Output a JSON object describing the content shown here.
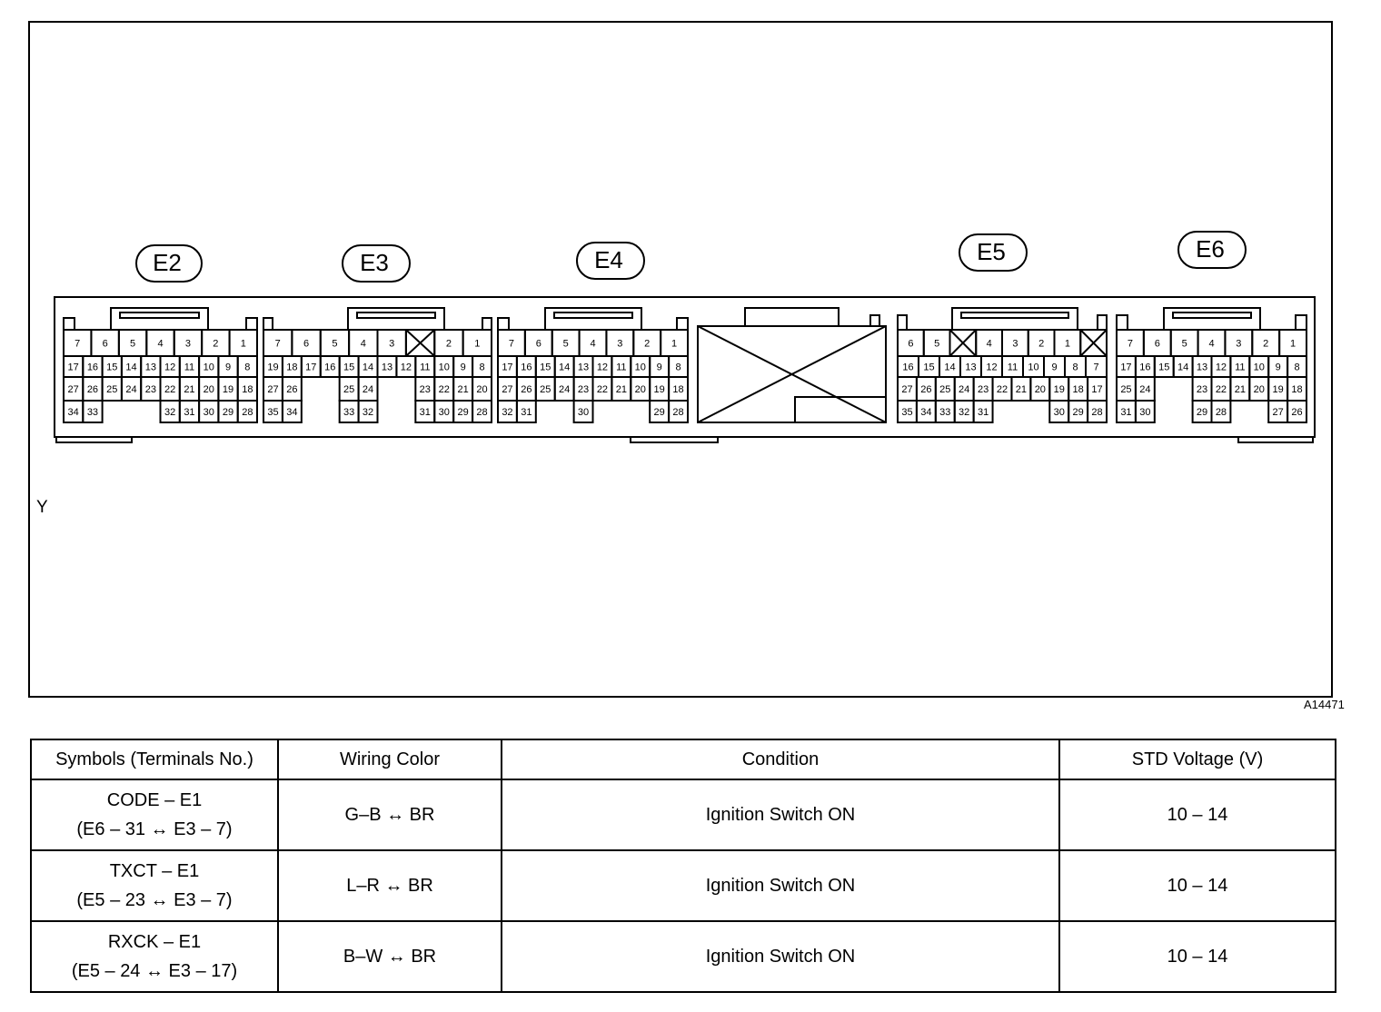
{
  "connectors": [
    {
      "label": "E2",
      "rows": [
        [
          "7",
          "6",
          "5",
          "4",
          "3",
          "2",
          "1"
        ],
        [
          "17",
          "16",
          "15",
          "14",
          "13",
          "12",
          "11",
          "10",
          "9",
          "8"
        ],
        [
          "27",
          "26",
          "25",
          "24",
          "23",
          "22",
          "21",
          "20",
          "19",
          "18"
        ],
        [
          "34",
          "33",
          "",
          "",
          "",
          "32",
          "31",
          "30",
          "29",
          "28"
        ]
      ]
    },
    {
      "label": "E3",
      "rows": [
        [
          "7",
          "6",
          "5",
          "4",
          "3",
          "X",
          "2",
          "1"
        ],
        [
          "19",
          "18",
          "17",
          "16",
          "15",
          "14",
          "13",
          "12",
          "11",
          "10",
          "9",
          "8"
        ],
        [
          "27",
          "26",
          "",
          "",
          "25",
          "24",
          "",
          "",
          "23",
          "22",
          "21",
          "20"
        ],
        [
          "35",
          "34",
          "",
          "",
          "33",
          "32",
          "",
          "",
          "31",
          "30",
          "29",
          "28"
        ]
      ]
    },
    {
      "label": "E4",
      "rows": [
        [
          "7",
          "6",
          "5",
          "4",
          "3",
          "2",
          "1"
        ],
        [
          "17",
          "16",
          "15",
          "14",
          "13",
          "12",
          "11",
          "10",
          "9",
          "8"
        ],
        [
          "27",
          "26",
          "25",
          "24",
          "23",
          "22",
          "21",
          "20",
          "19",
          "18"
        ],
        [
          "32",
          "31",
          "",
          "",
          "30",
          "",
          "",
          "",
          "29",
          "28"
        ]
      ]
    },
    {
      "label": "E5",
      "rows": [
        [
          "6",
          "5",
          "X",
          "4",
          "3",
          "2",
          "1",
          "X"
        ],
        [
          "16",
          "15",
          "14",
          "13",
          "12",
          "11",
          "10",
          "9",
          "8",
          "7"
        ],
        [
          "27",
          "26",
          "25",
          "24",
          "23",
          "22",
          "21",
          "20",
          "19",
          "18",
          "17"
        ],
        [
          "35",
          "34",
          "33",
          "32",
          "31",
          "",
          "",
          "",
          "30",
          "29",
          "28"
        ]
      ]
    },
    {
      "label": "E6",
      "rows": [
        [
          "7",
          "6",
          "5",
          "4",
          "3",
          "2",
          "1"
        ],
        [
          "17",
          "16",
          "15",
          "14",
          "13",
          "12",
          "11",
          "10",
          "9",
          "8"
        ],
        [
          "25",
          "24",
          "",
          "",
          "23",
          "22",
          "21",
          "20",
          "19",
          "18"
        ],
        [
          "31",
          "30",
          "",
          "",
          "29",
          "28",
          "",
          "",
          "27",
          "26"
        ]
      ]
    }
  ],
  "axis_letter": "Y",
  "figure_id": "A14471",
  "table": {
    "headers": [
      "Symbols (Terminals No.)",
      "Wiring Color",
      "Condition",
      "STD Voltage (V)"
    ],
    "rows": [
      {
        "symbol": "CODE – E1",
        "terminals": "(E6 – 31 ↔ E3 – 7)",
        "wiring": "G–B ↔ BR",
        "condition": "Ignition Switch ON",
        "voltage": "10 – 14"
      },
      {
        "symbol": "TXCT – E1",
        "terminals": "(E5 – 23 ↔ E3 – 7)",
        "wiring": "L–R ↔ BR",
        "condition": "Ignition Switch ON",
        "voltage": "10 – 14"
      },
      {
        "symbol": "RXCK – E1",
        "terminals": "(E5 – 24 ↔ E3 – 17)",
        "wiring": "B–W ↔ BR",
        "condition": "Ignition Switch ON",
        "voltage": "10 – 14"
      }
    ]
  }
}
